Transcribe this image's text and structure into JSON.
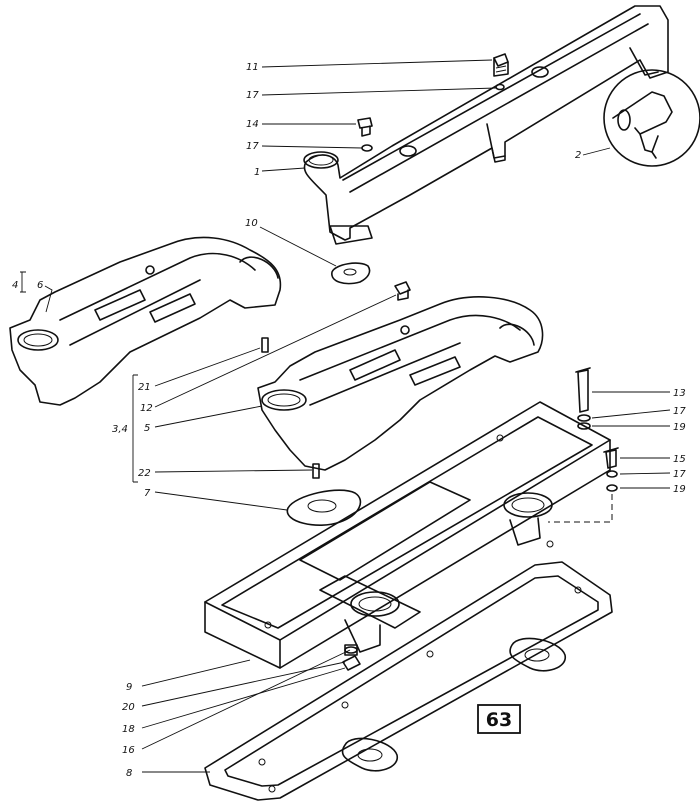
{
  "figure_number": "63",
  "callouts": {
    "c1": "1",
    "c2": "2",
    "c4": "4",
    "c6": "6",
    "c34": "3,4",
    "c5": "5",
    "c7": "7",
    "c8": "8",
    "c9": "9",
    "c10": "10",
    "c11": "11",
    "c12": "12",
    "c13": "13",
    "c14": "14",
    "c15": "15",
    "c16": "16",
    "c17a": "17",
    "c17b": "17",
    "c17c": "17",
    "c17d": "17",
    "c18": "18",
    "c19a": "19",
    "c19b": "19",
    "c20": "20",
    "c21": "21",
    "c22": "22"
  }
}
